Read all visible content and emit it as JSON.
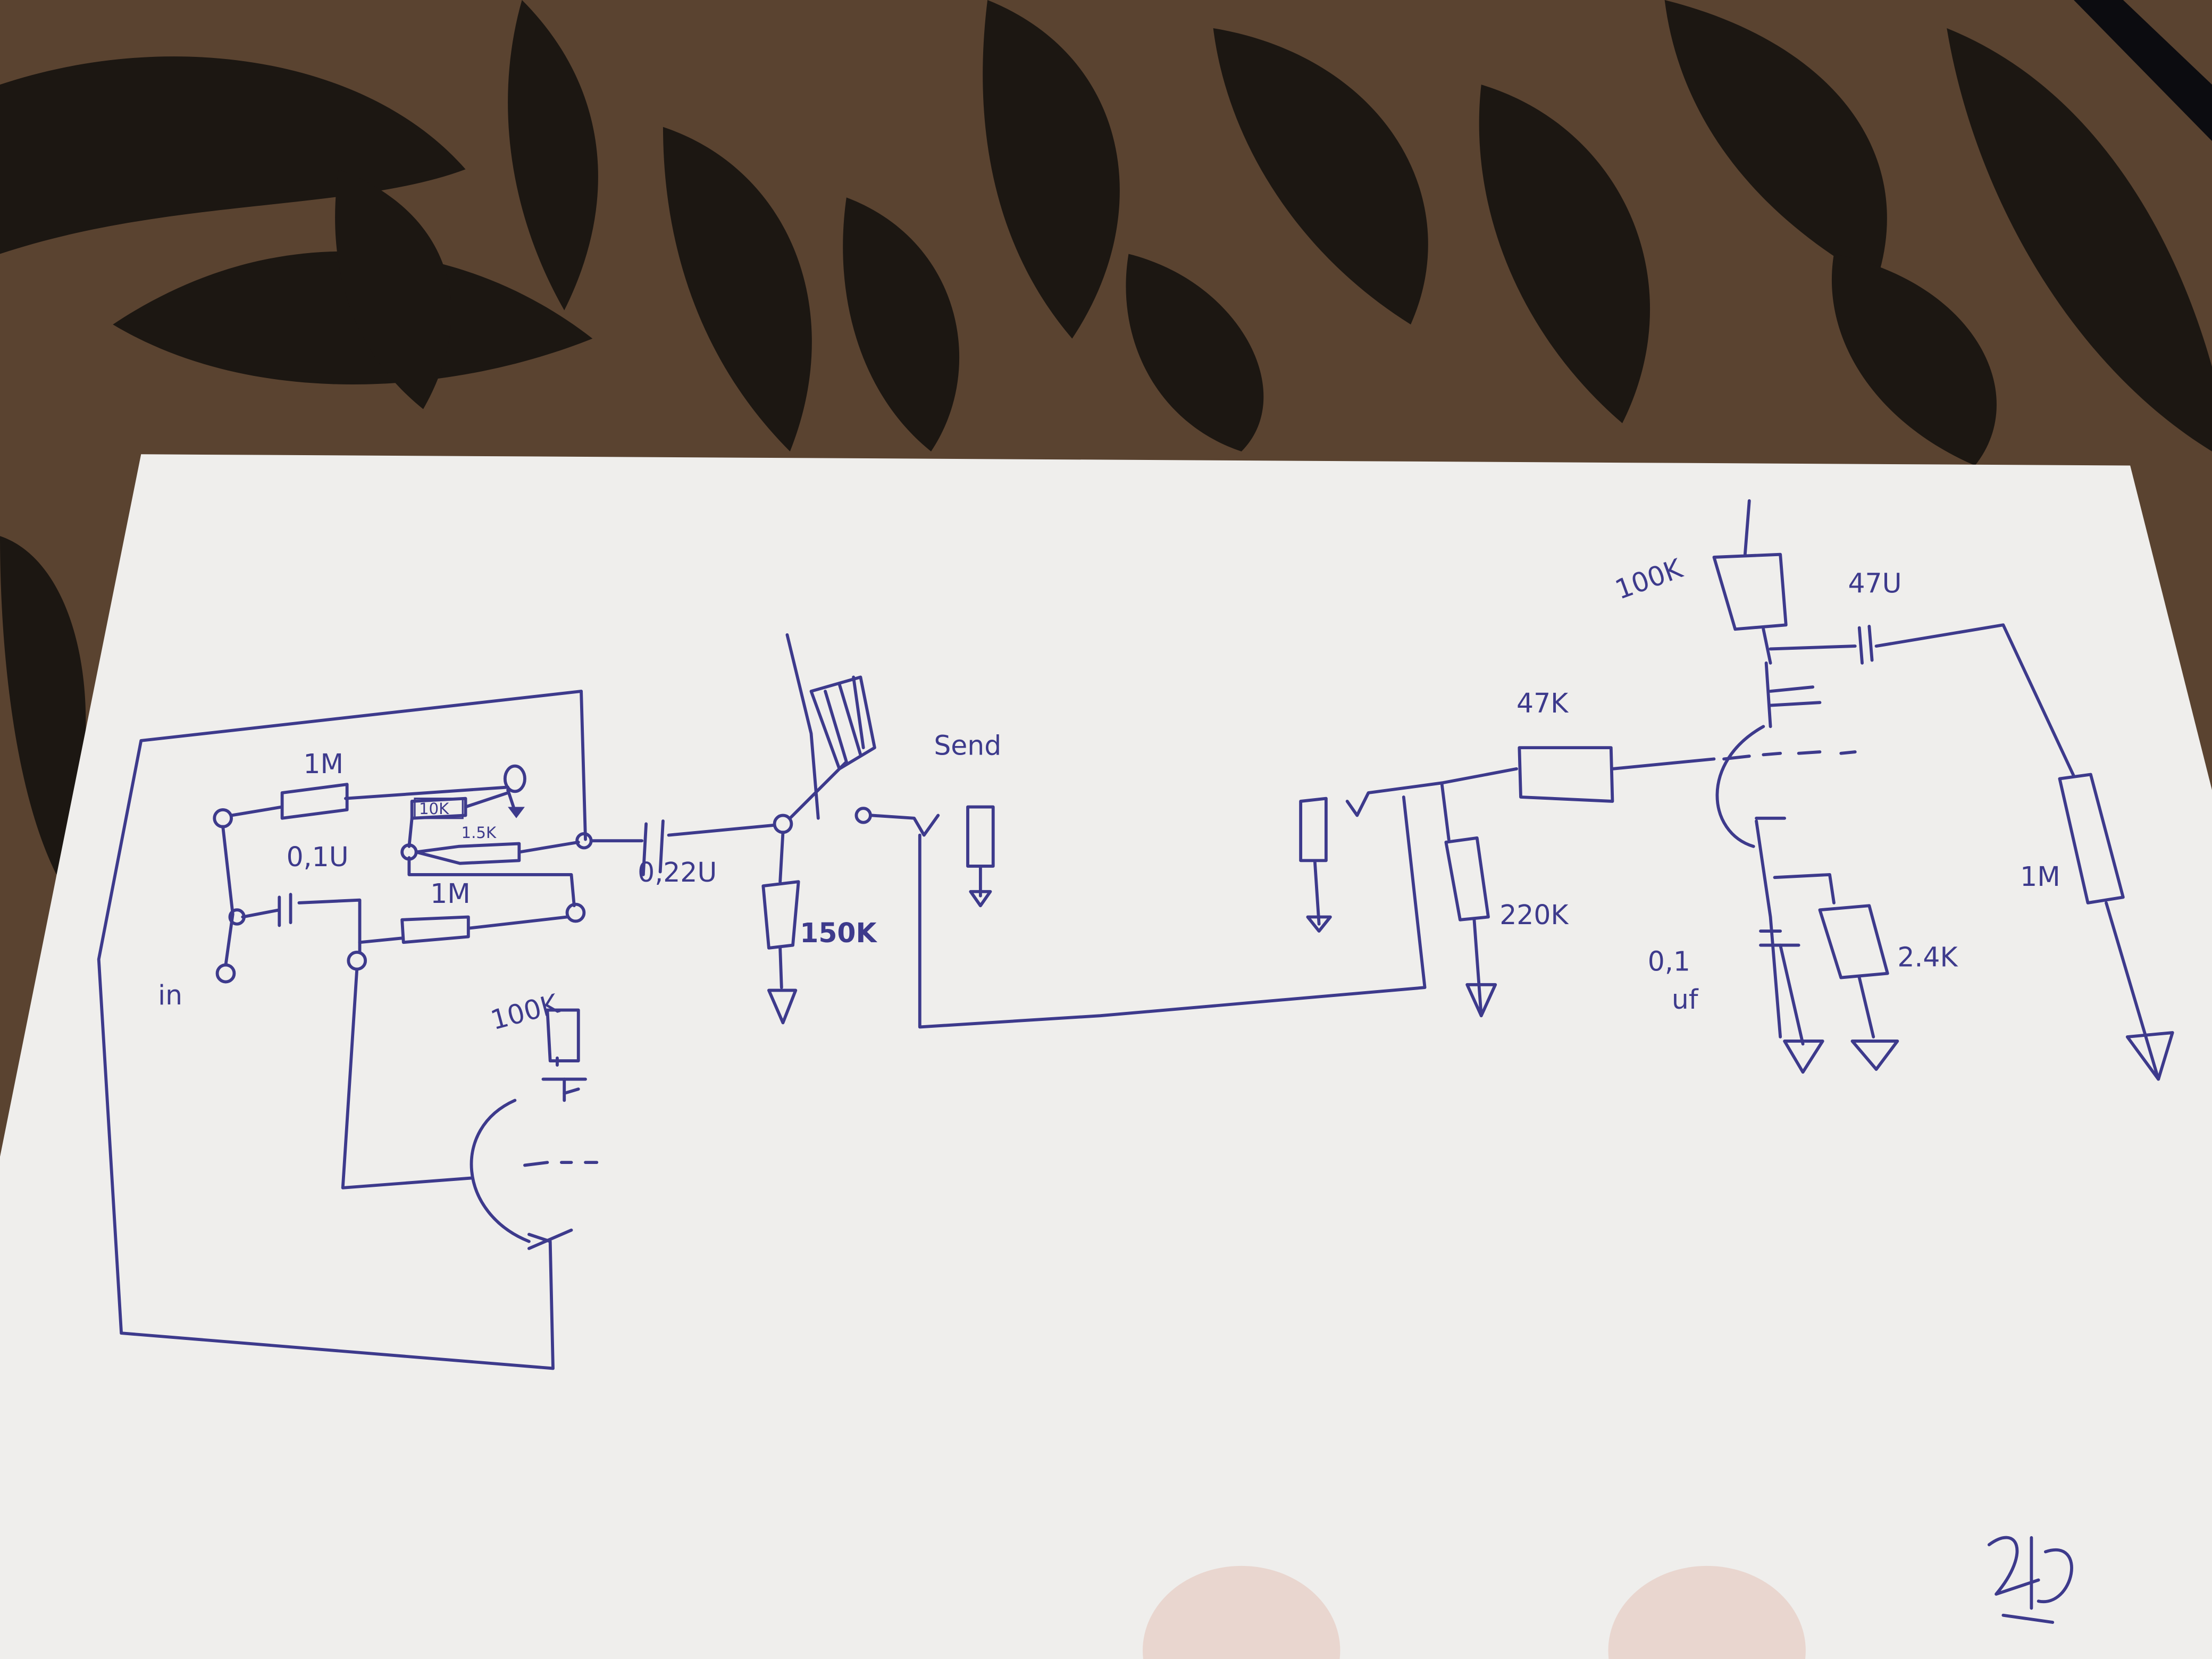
{
  "colors": {
    "ink": "#3d3a8c",
    "paper": "#efeeec",
    "table_brown": "#5a4330",
    "leaf_dark": "#1c1712"
  },
  "labels": {
    "r_1m_top": "1M",
    "r_10k": "10K",
    "r_1_5k": "1.5K",
    "c_0_1u": "0,1U",
    "r_1m_bottom": "1M",
    "input": "in",
    "c_0_22u": "0,22U",
    "r_150k": "150K",
    "r_100k_left": "100K",
    "send": "Send",
    "r_47k": "47K",
    "r_220k": "220K",
    "r_100k_right": "100K",
    "c_47u": "47U",
    "c_0_1uf_a": "0,1",
    "c_0_1uf_b": "uf",
    "r_2_4k": "2.4K",
    "r_1m_right": "1M"
  },
  "signature": "initials"
}
